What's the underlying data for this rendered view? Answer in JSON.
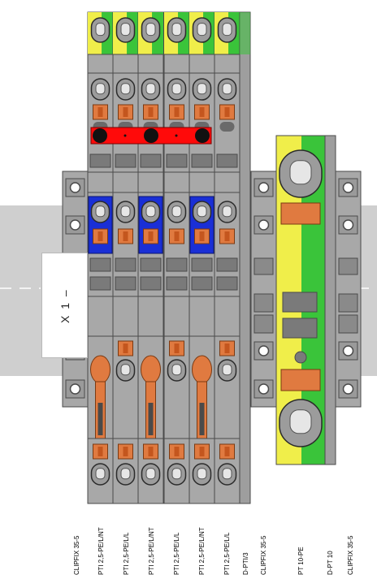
{
  "diagram": {
    "terminals": [
      {
        "label": "CLIPFIX 35-5",
        "kind": "end-clamp"
      },
      {
        "label": "PTI 2,5-PE/L/NT",
        "kind": "pe",
        "group_color": "#1a2fd6"
      },
      {
        "label": "PTI 2,5-PE/L/L",
        "kind": "pe",
        "group_color": "#a0a0a0"
      },
      {
        "label": "PTI 2,5-PE/L/NT",
        "kind": "pe",
        "group_color": "#1a2fd6"
      },
      {
        "label": "PTI 2,5-PE/L/L",
        "kind": "pe",
        "group_color": "#a0a0a0"
      },
      {
        "label": "PTI 2,5-PE/L/NT",
        "kind": "pe",
        "group_color": "#1a2fd6"
      },
      {
        "label": "PTI 2,5-PE/L/L",
        "kind": "pe",
        "group_color": "#a0a0a0"
      },
      {
        "label": "D-PTI/3",
        "kind": "end-cover"
      },
      {
        "label": "CLIPFIX 35-5",
        "kind": "end-clamp"
      },
      {
        "label": "PT 10-PE",
        "kind": "pe-large"
      },
      {
        "label": "D-PT 10",
        "kind": "end-cover"
      },
      {
        "label": "CLIPFIX 35-5",
        "kind": "end-clamp"
      }
    ],
    "marker_text": "X 1 –",
    "colors": {
      "pe_yellow": "#f0ee4a",
      "pe_green": "#3ac43a",
      "housing_gray": "#a8a8a8",
      "nt_blue": "#1a2fd6",
      "bridge_red": "#ff0a0a",
      "lever_orange": "#e07a40",
      "rail_gray": "#cfcfcf"
    }
  }
}
